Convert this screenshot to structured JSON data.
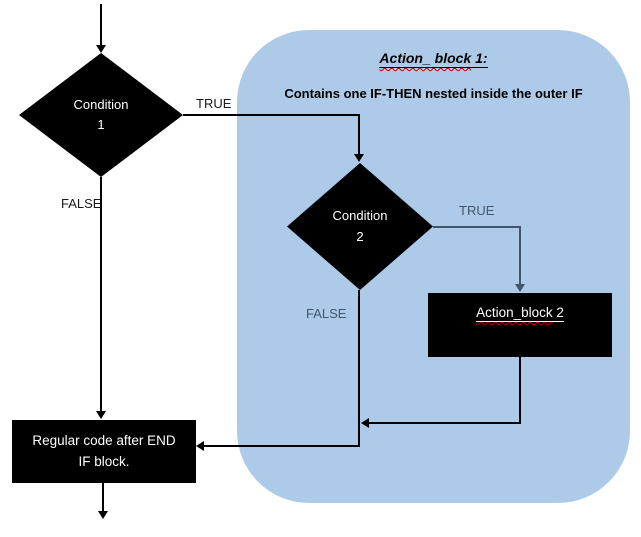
{
  "flowchart": {
    "panel": {
      "title_underlined": "Action_ block",
      "title_rest": " 1:",
      "subtitle": "Contains one IF-THEN nested inside the outer IF"
    },
    "nodes": {
      "condition1": {
        "line1": "Condition",
        "line2": "1"
      },
      "condition2": {
        "line1": "Condition",
        "line2": "2"
      },
      "action_block2": {
        "underlined": "Action_block",
        "rest": " 2"
      },
      "regular_code": {
        "text": "Regular code after END IF block."
      }
    },
    "edge_labels": {
      "cond1_true": "TRUE",
      "cond1_false": "FALSE",
      "cond2_true": "TRUE",
      "cond2_false": "FALSE"
    }
  },
  "colors": {
    "panel_blue": "#ADCBE8",
    "node_fill": "#000000",
    "node_text": "#FFFFFF",
    "connector_black": "#000000",
    "connector_slate": "#44546A",
    "squiggle_red": "#C00000"
  }
}
